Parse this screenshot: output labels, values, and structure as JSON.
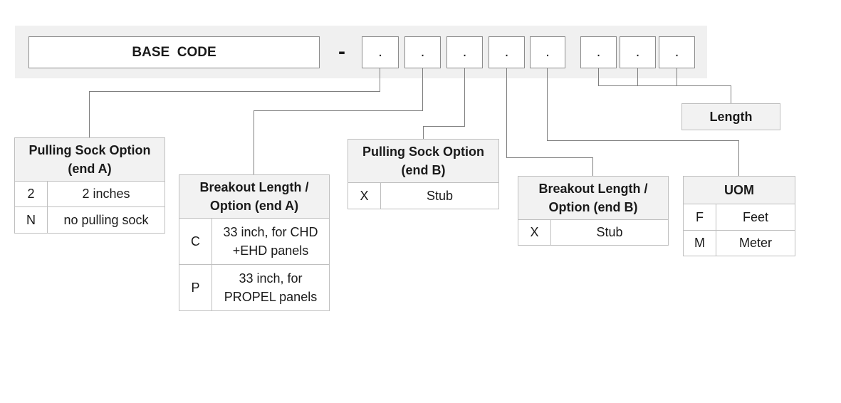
{
  "header": {
    "base_code": "BASE  CODE",
    "separator": "-",
    "slots": [
      ".",
      ".",
      ".",
      ".",
      ".",
      ".",
      ".",
      "."
    ]
  },
  "length_label": "Length",
  "tables": {
    "pulling_a": {
      "title_line1": "Pulling Sock Option",
      "title_line2": "(end A)",
      "rows": [
        {
          "code": "2",
          "desc": "2 inches"
        },
        {
          "code": "N",
          "desc": "no pulling sock"
        }
      ]
    },
    "breakout_a": {
      "title_line1": "Breakout Length /",
      "title_line2": "Option (end A)",
      "rows": [
        {
          "code": "C",
          "desc_line1": "33 inch, for CHD",
          "desc_line2": "+EHD panels"
        },
        {
          "code": "P",
          "desc_line1": "33 inch, for",
          "desc_line2": "PROPEL panels"
        }
      ]
    },
    "pulling_b": {
      "title_line1": "Pulling Sock Option",
      "title_line2": "(end B)",
      "rows": [
        {
          "code": "X",
          "desc": "Stub"
        }
      ]
    },
    "breakout_b": {
      "title_line1": "Breakout Length /",
      "title_line2": "Option (end B)",
      "rows": [
        {
          "code": "X",
          "desc": "Stub"
        }
      ]
    },
    "uom": {
      "title": "UOM",
      "rows": [
        {
          "code": "F",
          "desc": "Feet"
        },
        {
          "code": "M",
          "desc": "Meter"
        }
      ]
    }
  }
}
